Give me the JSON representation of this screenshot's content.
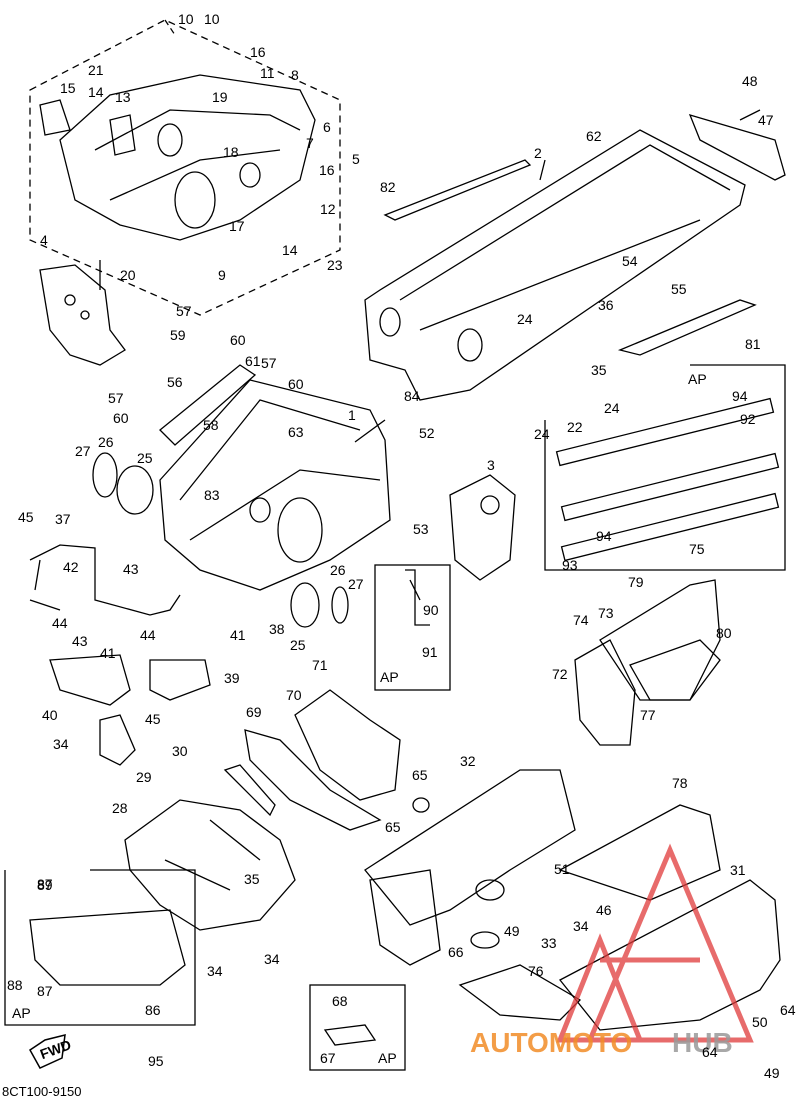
{
  "diagram_code": "8CT100-9150",
  "fwd_label": "FWD",
  "ap_label": "AP",
  "watermark": {
    "text_orange": "AUTOMOTO",
    "text_gray": "HUB",
    "orange": "#f28c28",
    "gray": "#9a9a9a",
    "red": "#e03a3a"
  },
  "callouts": [
    "1",
    "2",
    "3",
    "4",
    "5",
    "6",
    "7",
    "8",
    "9",
    "10",
    "10",
    "11",
    "12",
    "13",
    "14",
    "14",
    "15",
    "16",
    "16",
    "17",
    "18",
    "19",
    "20",
    "21",
    "22",
    "23",
    "24",
    "24",
    "24",
    "25",
    "25",
    "26",
    "26",
    "27",
    "27",
    "28",
    "29",
    "30",
    "31",
    "32",
    "33",
    "34",
    "34",
    "34",
    "34",
    "35",
    "35",
    "36",
    "37",
    "38",
    "39",
    "40",
    "41",
    "41",
    "42",
    "43",
    "43",
    "44",
    "44",
    "45",
    "45",
    "46",
    "47",
    "48",
    "49",
    "49",
    "50",
    "51",
    "52",
    "53",
    "54",
    "55",
    "56",
    "57",
    "57",
    "57",
    "58",
    "59",
    "60",
    "60",
    "60",
    "61",
    "62",
    "63",
    "64",
    "64",
    "65",
    "65",
    "66",
    "67",
    "68",
    "69",
    "70",
    "71",
    "72",
    "73",
    "74",
    "75",
    "76",
    "77",
    "78",
    "79",
    "80",
    "81",
    "82",
    "83",
    "84",
    "86",
    "87",
    "87",
    "88",
    "89",
    "90",
    "91",
    "92",
    "93",
    "94",
    "94",
    "95"
  ]
}
